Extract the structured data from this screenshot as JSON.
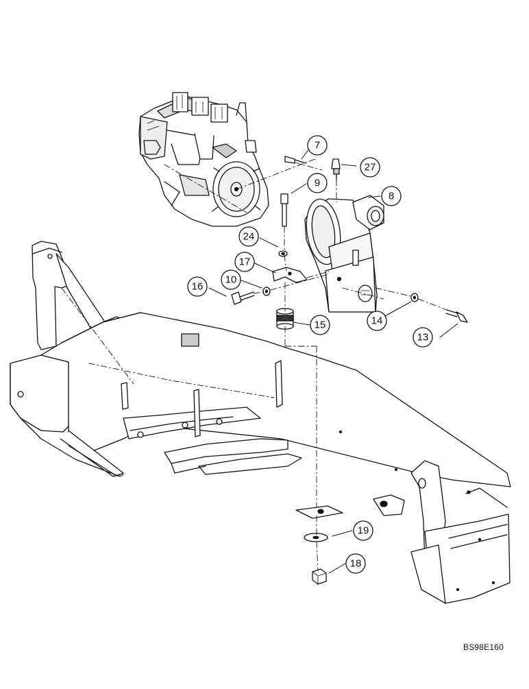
{
  "diagram": {
    "reference_code": "BS98E160",
    "callouts": [
      "7",
      "27",
      "9",
      "8",
      "24",
      "17",
      "10",
      "16",
      "15",
      "14",
      "13",
      "19",
      "18"
    ],
    "colors": {
      "ink": "#111111",
      "paper": "#ffffff",
      "shade": "#d8d8d8"
    }
  }
}
